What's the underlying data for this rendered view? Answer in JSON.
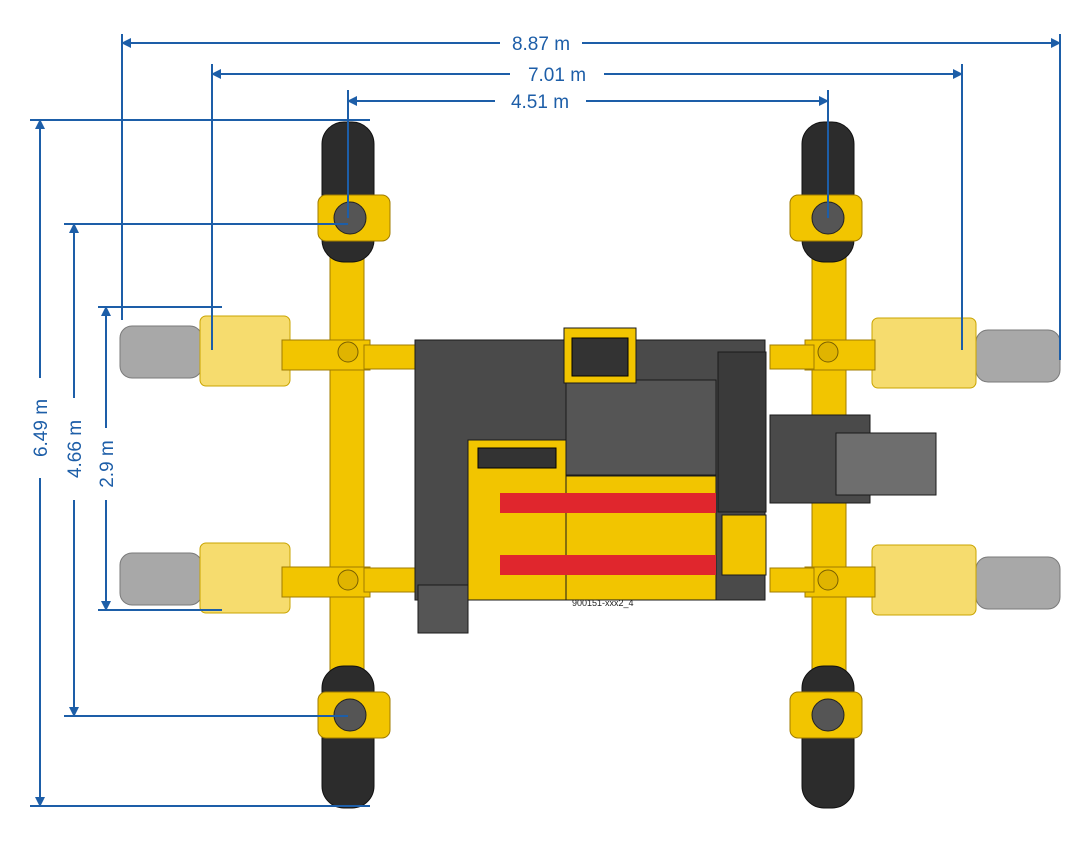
{
  "colors": {
    "dimension": "#1d5ea8",
    "machine_yellow": "#f2c500",
    "machine_yellow_dark": "#c99a00",
    "body_gray": "#4a4a4a",
    "tire": "#2c2c2c",
    "tire_ghost": "#9a9a9a",
    "stripe": "#e0262d"
  },
  "dimensions": {
    "width_total": "8.87 m",
    "width_mid": "7.01 m",
    "width_inner": "4.51 m",
    "length_total": "6.49 m",
    "length_mid": "4.66 m",
    "length_inner": "2.9 m"
  },
  "drawing_ref": "900151-xxx2_4"
}
